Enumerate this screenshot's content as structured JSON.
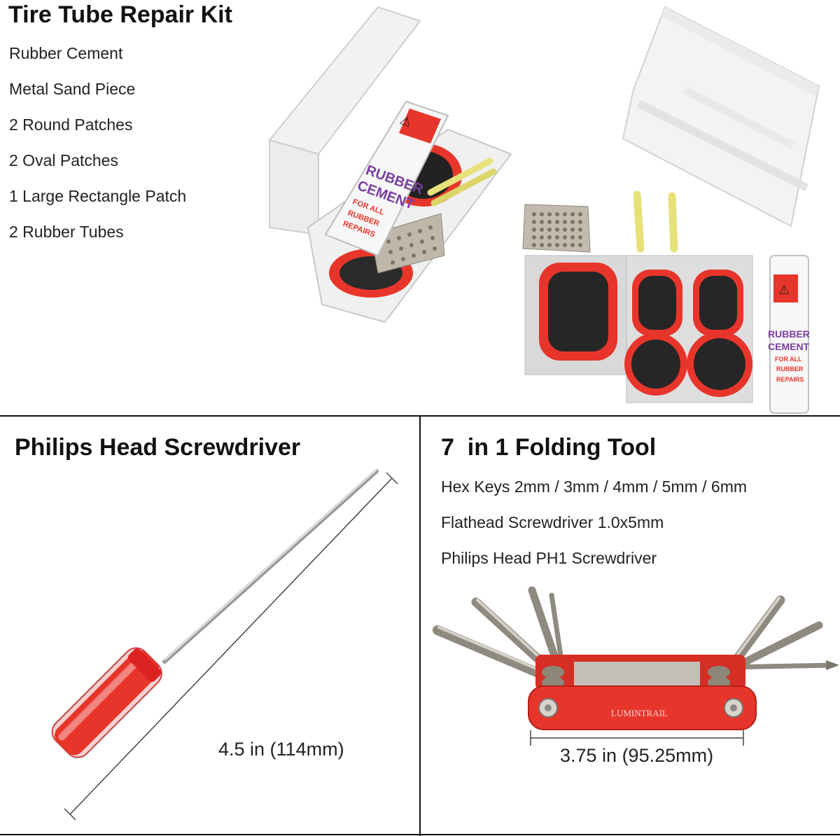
{
  "repair_kit": {
    "title": "Tire Tube Repair Kit",
    "items": [
      "Rubber Cement",
      "Metal Sand Piece",
      "2 Round Patches",
      "2 Oval Patches",
      "1 Large Rectangle Patch",
      "2 Rubber Tubes"
    ],
    "tube_label": {
      "line1": "RUBBER",
      "line2": "CEMENT",
      "line3": "FOR ALL",
      "line4": "RUBBER",
      "line5": "REPAIRS"
    }
  },
  "screwdriver": {
    "title": "Philips Head Screwdriver",
    "dimension": "4.5 in (114mm)"
  },
  "folding_tool": {
    "title": "7  in 1 Folding Tool",
    "items": [
      "Hex Keys 2mm / 3mm / 4mm / 5mm / 6mm",
      "Flathead Screwdriver 1.0x5mm",
      "Philips Head PH1 Screwdriver"
    ],
    "brand": "LUMINTRAIL",
    "dimension": "3.75 in (95.25mm)"
  },
  "colors": {
    "accent_red": "#e8352b",
    "text": "#111111",
    "divider": "#111111"
  }
}
